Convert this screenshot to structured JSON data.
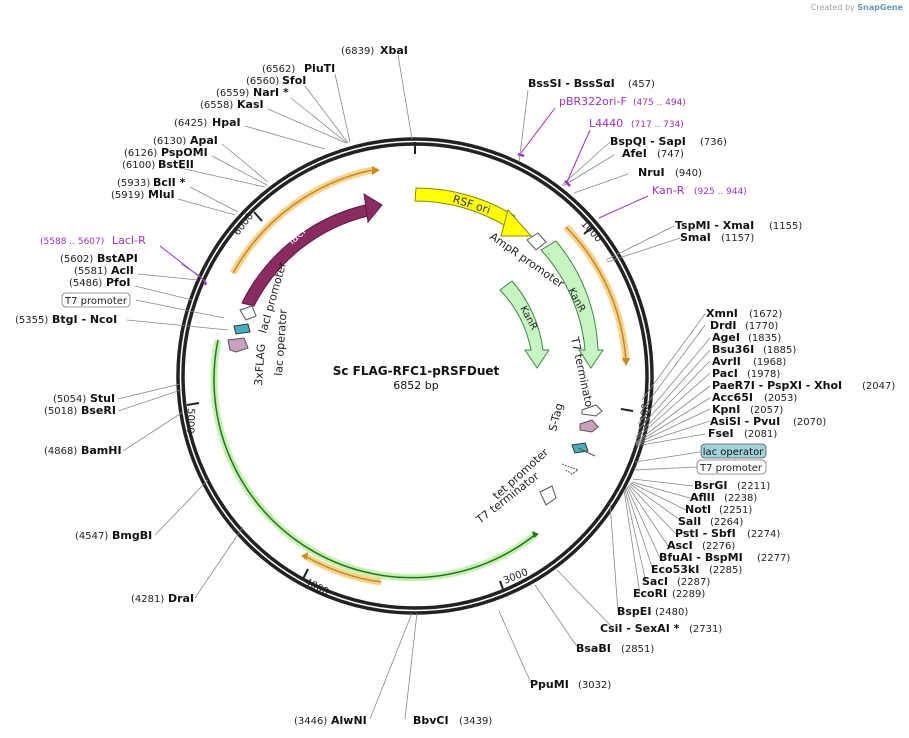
{
  "watermark": {
    "created_by": "Created by",
    "brand": "SnapGene"
  },
  "plasmid": {
    "name": "Sc FLAG-RFC1-pRSFDuet",
    "length": 6852,
    "length_label": "6852 bp"
  },
  "ticks": [
    "1000",
    "2000",
    "3000",
    "4000",
    "5000",
    "6000"
  ],
  "colors": {
    "feature_purple": "#9b30c8",
    "lacI": "#8c2a62",
    "rsf_ori": "#ffff00",
    "kan": "#c7f5c2",
    "orange_arc": "#f0a030",
    "green_arc": "#1a7a1a",
    "lac_operator_box": "#9fd3db"
  },
  "features": [
    {
      "name": "RSF ori"
    },
    {
      "name": "AmpR promoter"
    },
    {
      "name": "KanR"
    },
    {
      "name": "KanR"
    },
    {
      "name": "T7 terminator"
    },
    {
      "name": "S-Tag"
    },
    {
      "name": "tet promoter"
    },
    {
      "name": "T7 terminator"
    },
    {
      "name": "lacI"
    },
    {
      "name": "lacI promoter"
    },
    {
      "name": "lac operator"
    },
    {
      "name": "3xFLAG"
    }
  ],
  "sites": {
    "XbaI": {
      "name": "XbaI",
      "pos": "(6839)"
    },
    "PluTI": {
      "name": "PluTI",
      "pos": "(6562)"
    },
    "SfoI": {
      "name": "SfoI",
      "pos": "(6560)"
    },
    "NarI": {
      "name": "NarI *",
      "pos": "(6559)"
    },
    "KasI": {
      "name": "KasI",
      "pos": "(6558)"
    },
    "HpaI": {
      "name": "HpaI",
      "pos": "(6425)"
    },
    "ApaI": {
      "name": "ApaI",
      "pos": "(6130)"
    },
    "PspOMI": {
      "name": "PspOMI",
      "pos": "(6126)"
    },
    "BstEII": {
      "name": "BstEII",
      "pos": "(6100)"
    },
    "BclI": {
      "name": "BclI *",
      "pos": "(5933)"
    },
    "MluI": {
      "name": "MluI",
      "pos": "(5919)"
    },
    "LacIR": {
      "name": "LacI-R",
      "pos": "(5588 .. 5607)"
    },
    "BstAPI": {
      "name": "BstAPI",
      "pos": "(5602)"
    },
    "AclI": {
      "name": "AclI",
      "pos": "(5581)"
    },
    "PfoI": {
      "name": "PfoI",
      "pos": "(5486)"
    },
    "T7prom1": {
      "name": "T7 promoter"
    },
    "BtgI": {
      "name": "BtgI  - NcoI",
      "pos": "(5355)"
    },
    "StuI": {
      "name": "StuI",
      "pos": "(5054)"
    },
    "BseRI": {
      "name": "BseRI",
      "pos": "(5018)"
    },
    "BamHI": {
      "name": "BamHI",
      "pos": "(4868)"
    },
    "BmgBI": {
      "name": "BmgBI",
      "pos": "(4547)"
    },
    "DraI": {
      "name": "DraI",
      "pos": "(4281)"
    },
    "AlwNI": {
      "name": "AlwNI",
      "pos": "(3446)"
    },
    "BbvCI": {
      "name": "BbvCI",
      "pos": "(3439)"
    },
    "PpuMI": {
      "name": "PpuMI",
      "pos": "(3032)"
    },
    "BsaBI": {
      "name": "BsaBI",
      "pos": "(2851)"
    },
    "CsiI": {
      "name": "CsiI  - SexAI *",
      "pos": "(2731)"
    },
    "BspEI": {
      "name": "BspEI",
      "pos": "(2480)"
    },
    "EcoRI": {
      "name": "EcoRI",
      "pos": "(2289)"
    },
    "SacI": {
      "name": "SacI",
      "pos": "(2287)"
    },
    "Eco53kI": {
      "name": "Eco53kI",
      "pos": "(2285)"
    },
    "BfuAI": {
      "name": "BfuAI  - BspMI",
      "pos": "(2277)"
    },
    "AscI": {
      "name": "AscI",
      "pos": "(2276)"
    },
    "PstI": {
      "name": "PstI  - SbfI",
      "pos": "(2274)"
    },
    "SalI": {
      "name": "SalI",
      "pos": "(2264)"
    },
    "NotI": {
      "name": "NotI",
      "pos": "(2251)"
    },
    "AflII": {
      "name": "AflII",
      "pos": "(2238)"
    },
    "BsrGI": {
      "name": "BsrGI",
      "pos": "(2211)"
    },
    "T7prom2": {
      "name": "T7 promoter"
    },
    "lacop": {
      "name": "lac operator"
    },
    "FseI": {
      "name": "FseI",
      "pos": "(2081)"
    },
    "AsiSI": {
      "name": "AsiSI  - PvuI",
      "pos": "(2070)"
    },
    "KpnI": {
      "name": "KpnI",
      "pos": "(2057)"
    },
    "Acc65I": {
      "name": "Acc65I",
      "pos": "(2053)"
    },
    "PaeR7I": {
      "name": "PaeR7I  - PspXI  - XhoI",
      "pos": "(2047)"
    },
    "PacI": {
      "name": "PacI",
      "pos": "(1978)"
    },
    "AvrII": {
      "name": "AvrII",
      "pos": "(1968)"
    },
    "Bsu36I": {
      "name": "Bsu36I",
      "pos": "(1885)"
    },
    "AgeI": {
      "name": "AgeI",
      "pos": "(1835)"
    },
    "DrdI": {
      "name": "DrdI",
      "pos": "(1770)"
    },
    "XmnI": {
      "name": "XmnI",
      "pos": "(1672)"
    },
    "SmaI": {
      "name": "SmaI",
      "pos": "(1157)"
    },
    "TspMI": {
      "name": "TspMI  - XmaI",
      "pos": "(1155)"
    },
    "KanR": {
      "name": "Kan-R",
      "pos": "(925 .. 944)"
    },
    "NruI": {
      "name": "NruI",
      "pos": "(940)"
    },
    "AfeI": {
      "name": "AfeI",
      "pos": "(747)"
    },
    "BspQI": {
      "name": "BspQI  - SapI",
      "pos": "(736)"
    },
    "L4440": {
      "name": "L4440",
      "pos": "(717 .. 734)"
    },
    "pBR": {
      "name": "pBR322ori-F",
      "pos": "(475 .. 494)"
    },
    "BssSI": {
      "name": "BssSI  - BssSαI",
      "pos": "(457)"
    }
  }
}
